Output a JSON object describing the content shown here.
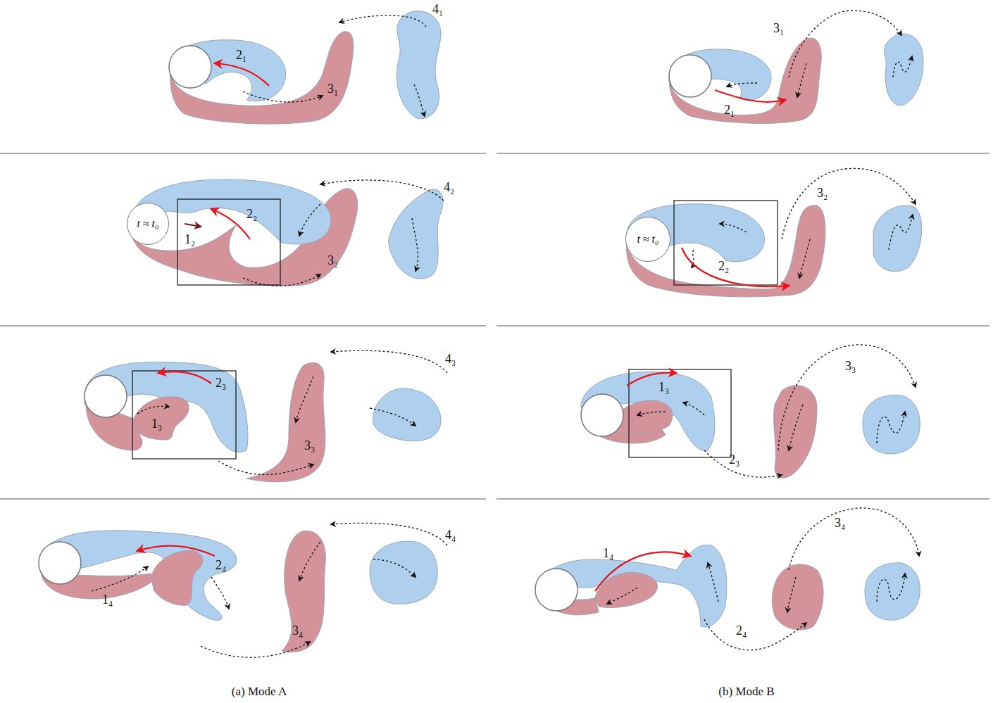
{
  "diagram": {
    "nodes": [
      {
        "text": [
          "t ≈ t₀"
        ]
      },
      {
        "text": [
          "t ≈ t₀"
        ]
      }
    ],
    "labels": [
      "2₁",
      "3₁",
      "4₁",
      "4₂",
      "1₂",
      "2₂",
      "3₂",
      "2₃",
      "1₃",
      "3₃",
      "4₃",
      "2₄",
      "1₄",
      "3₄",
      "4₄",
      "3₁",
      "2₁",
      "3₂",
      "2₂",
      "1₃",
      "3₃",
      "2₃",
      "1₄",
      "3₄",
      "2₄",
      "(a) Mode A",
      "(b) Mode B"
    ]
  }
}
